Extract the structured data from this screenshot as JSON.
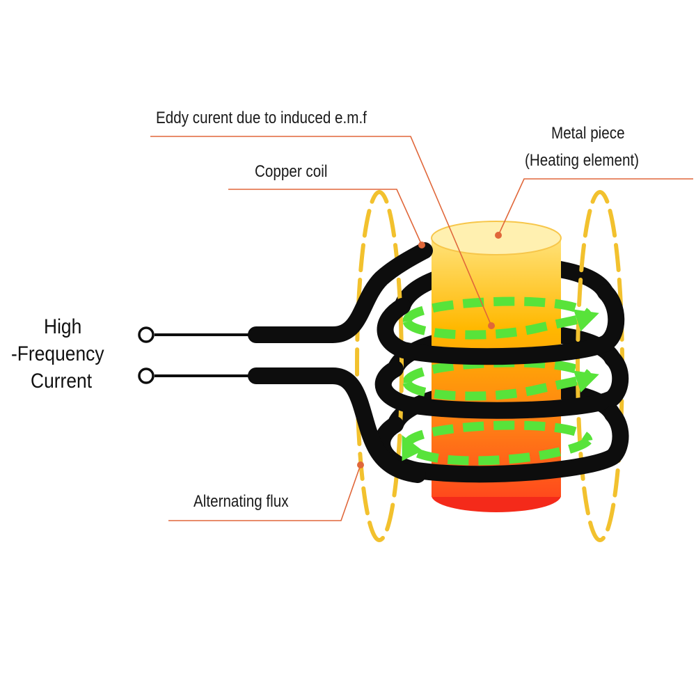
{
  "labels": {
    "eddy_current": "Eddy curent due to induced e.m.f",
    "copper_coil": "Copper coil",
    "metal_piece_line1": "Metal piece",
    "metal_piece_line2": "(Heating element)",
    "alternating_flux": "Alternating flux",
    "hf_line1": "High",
    "hf_line2": "-Frequency",
    "hf_line3": "Current"
  },
  "colors": {
    "leader": "#e0673a",
    "coil": "#0d0d0d",
    "flux": "#f2c12e",
    "eddy": "#58e33a",
    "metal_top": "#fff0b0",
    "metal_mid": "#ffb800",
    "metal_bottom": "#ff5d1e",
    "metal_base": "#f42a1a"
  }
}
